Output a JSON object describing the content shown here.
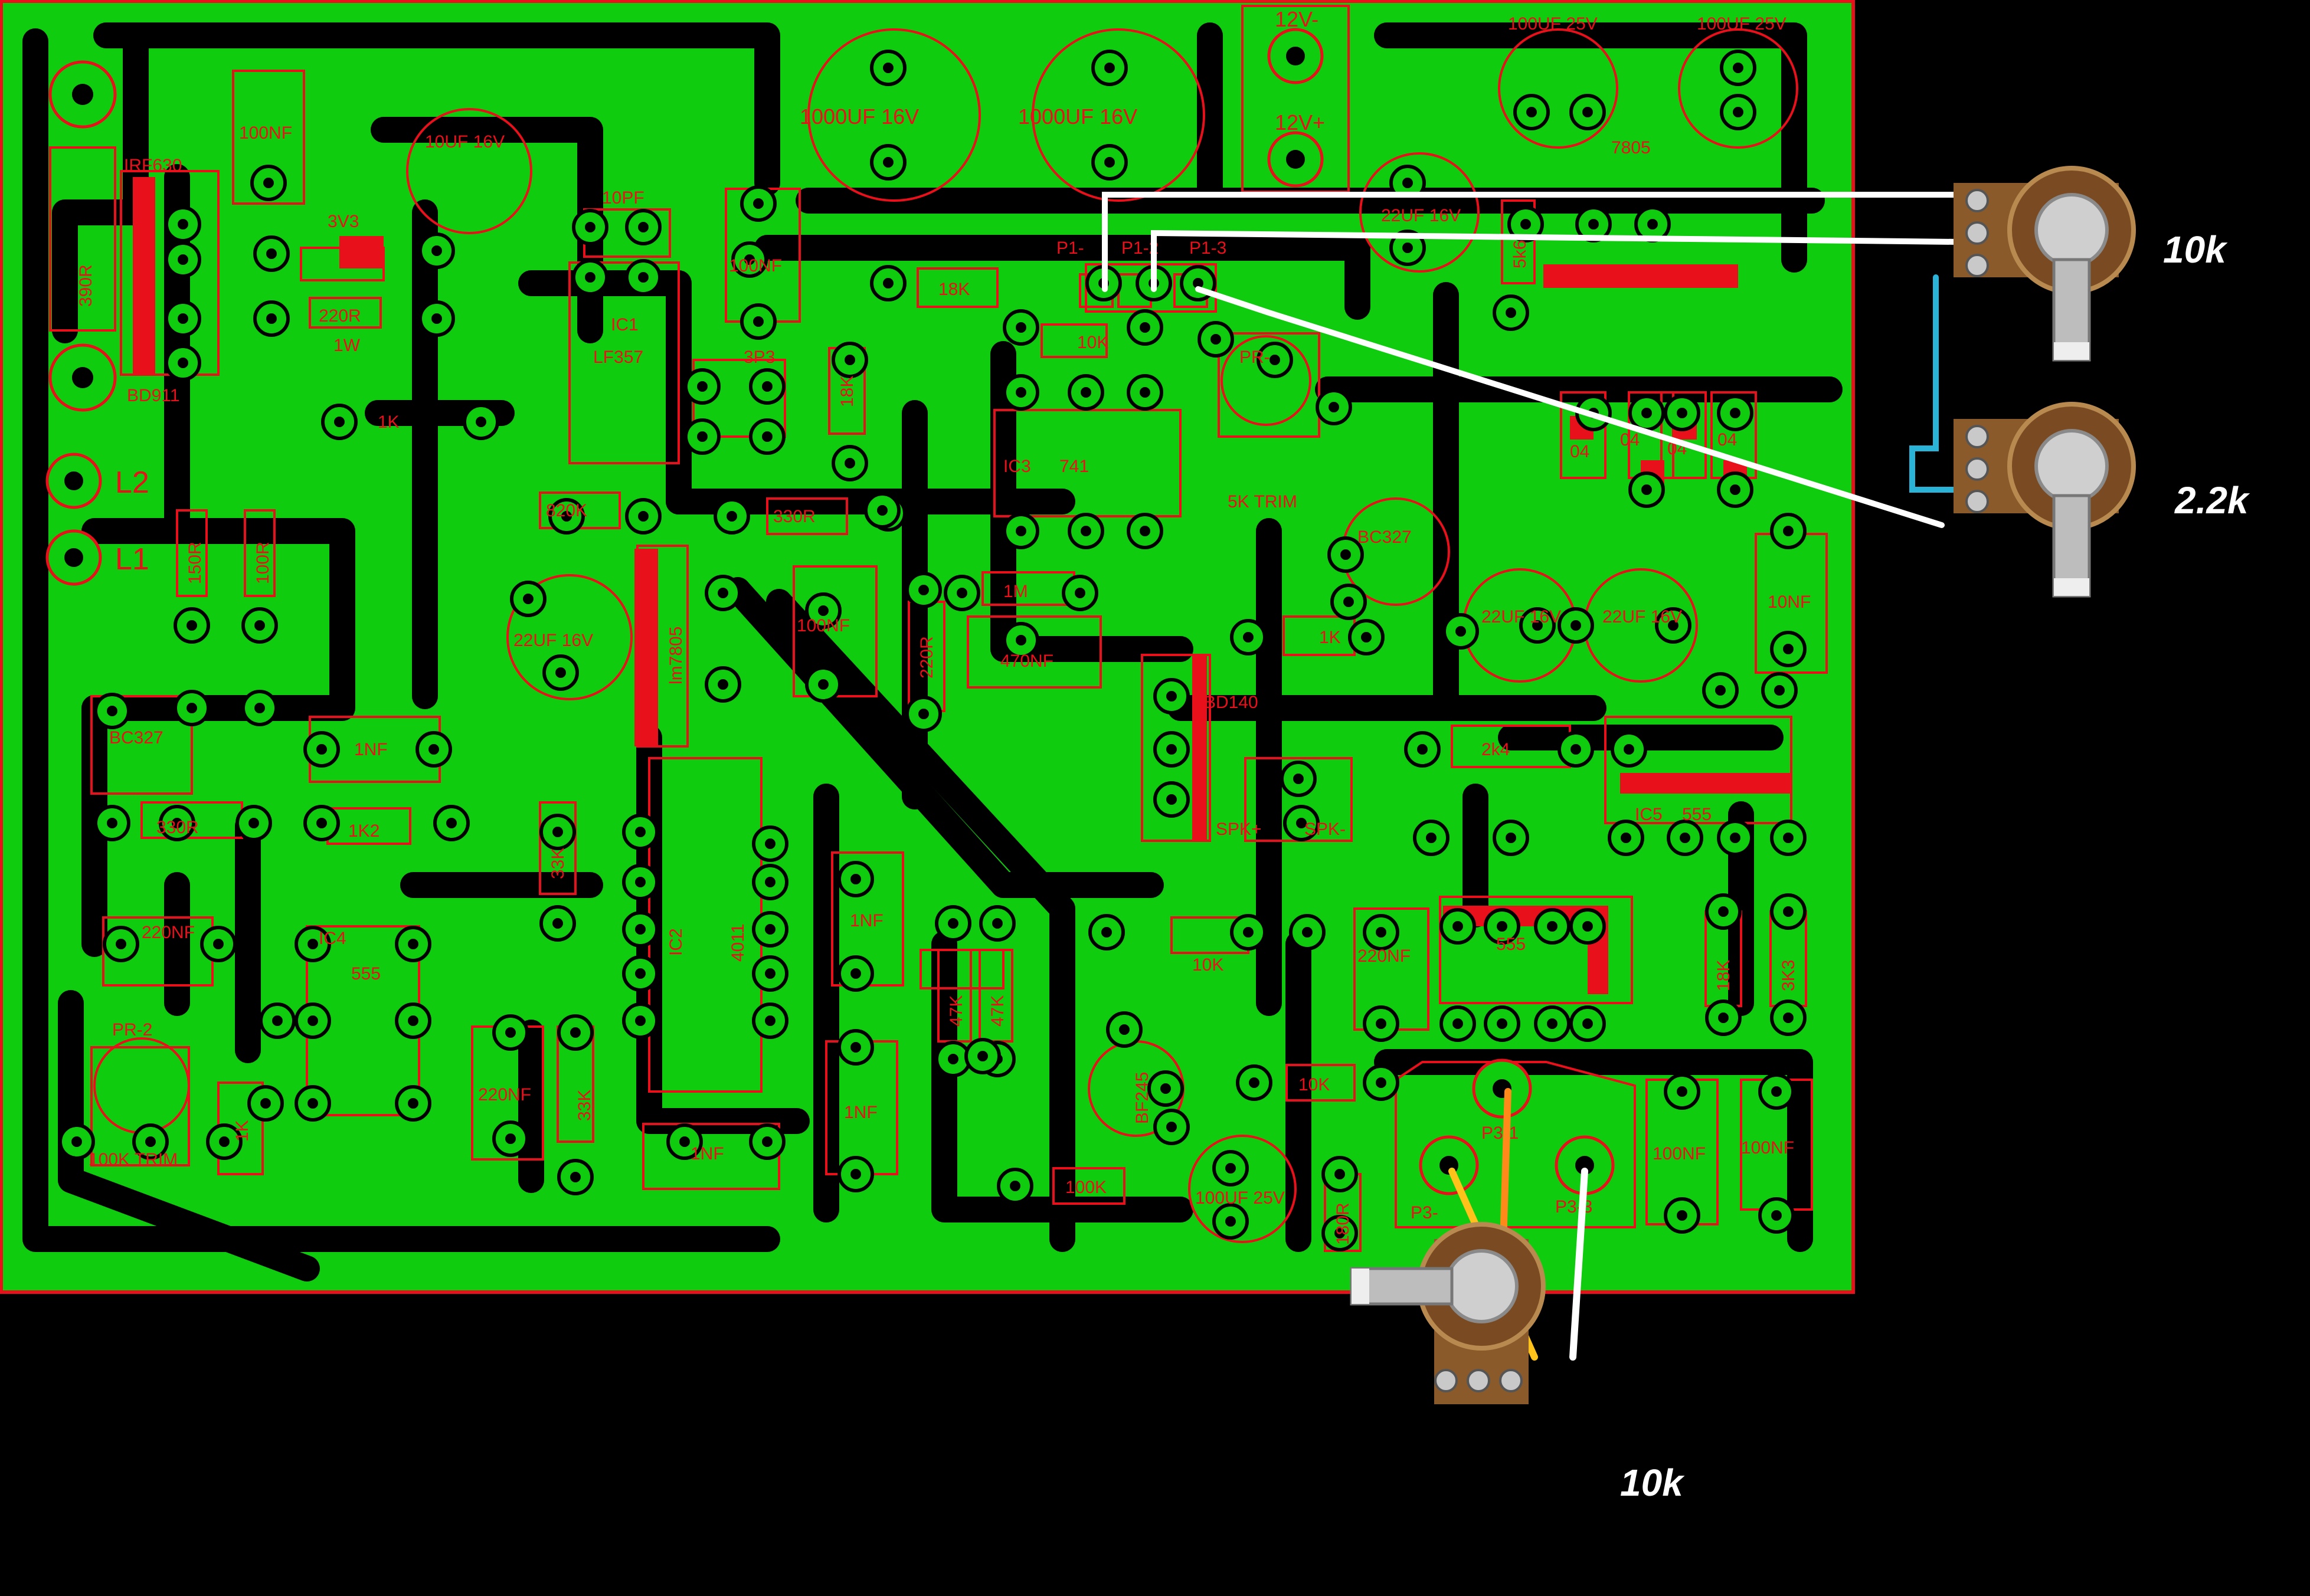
{
  "board": {
    "copper_color": "#0fcc0f",
    "silk_color": "#e8101a",
    "background": "#000000",
    "pad_color": "#0fcc0f",
    "hole_color": "#000000"
  },
  "labels": {
    "c_1000uf_a": "1000UF 16V",
    "c_1000uf_b": "1000UF 16V",
    "v_minus": "12V-",
    "v_plus": "12V+",
    "c_100uf_25v_a": "100UF 25V",
    "c_100uf_25v_b": "100UF 25V",
    "c_100nf_top": "100NF",
    "q_irf": "IRF630",
    "r_390": "390R",
    "q_bd911": "BD911",
    "c_10uf": "10UF 16V",
    "d_3v3": "3V3",
    "r_220": "220R",
    "r_220_note": "1W",
    "c_10pf": "10PF",
    "ic1": "IC1",
    "ic1_part": "LF357",
    "c_100nf_2": "100NF",
    "c_22uf_top": "22UF 16V",
    "reg_7805": "7805",
    "r_5k6": "5k6",
    "p1_1": "P1-",
    "p1_2": "P1-2",
    "p1_3": "P1-3",
    "r_18k_h": "18K",
    "r_10k_top": "10K",
    "pr1": "PR-",
    "trim_5k": "5K TRIM",
    "c_3p3": "3P3",
    "r_1k_a": "1K",
    "r_18k_v": "18K",
    "ic3": "IC3",
    "ic3_part": "741",
    "l2": "L2",
    "l1": "L1",
    "r_820k": "820K",
    "r_330r_a": "330R",
    "r_150r": "150R",
    "r_100r": "100R",
    "c_22uf_left": "22UF 16V",
    "reg_lm7805": "lm7805",
    "c_100nf_3": "100NF",
    "r_220r_v": "220R",
    "r_1m": "1M",
    "c_470nf": "470NF",
    "r_1k_b": "1K",
    "q_bc327_a": "BC327",
    "c_22uf_a": "22UF 16V",
    "c_22uf_b": "22UF 16V",
    "d_4_a": "04",
    "d_4_b": "04",
    "d_4_c": "04",
    "d_4_d": "04",
    "c_10nf": "10NF",
    "q_bc327_b": "BC327",
    "c_1nf_a": "1NF",
    "q_bd140": "BD140",
    "spk_p": "SPK+",
    "spk_m": "SPK-",
    "r_2k4": "2k4",
    "ic5": "IC5",
    "ic5_part": "555",
    "r_330r_b": "330R",
    "r_1k2": "1K2",
    "r_33k_a": "33K",
    "ic2": "IC2",
    "ic2_part": "4011",
    "c_1nf_b": "1NF",
    "r_47k_a": "47K",
    "r_47k_b": "47K",
    "r_10k_mid": "10K",
    "c_220nf_a": "220NF",
    "ic_555_mid": "555",
    "r_18k_b": "18K",
    "r_3k3": "3K3",
    "c_220nf_b": "220NF",
    "ic4": "IC4",
    "ic4_part": "555",
    "pr2": "PR-2",
    "r_1k_c": "1K",
    "trim_100k": "100K TRIM",
    "c_220nf_c": "220NF",
    "r_33k_b": "33K",
    "c_1nf_c": "1NF",
    "c_1nf_d": "1NF",
    "q_bf245": "BF245",
    "r_10k_b": "10K",
    "r_100k": "100K",
    "c_100uf_25v_c": "100UF 25V",
    "r_180r": "180R",
    "p3_1": "P3-1",
    "p3_2": "P3-",
    "p3_3": "P3-3",
    "c_100nf_4": "100NF",
    "c_100nf_5": "100NF"
  },
  "pots": {
    "top": "10k",
    "middle": "2.2k",
    "bottom": "10k"
  },
  "wires": {
    "white": "#ffffff",
    "cyan": "#2ab3d6",
    "orange": "#ff8a1a",
    "yellow": "#ffc21a"
  },
  "icons": [
    "potentiometer-icon"
  ]
}
